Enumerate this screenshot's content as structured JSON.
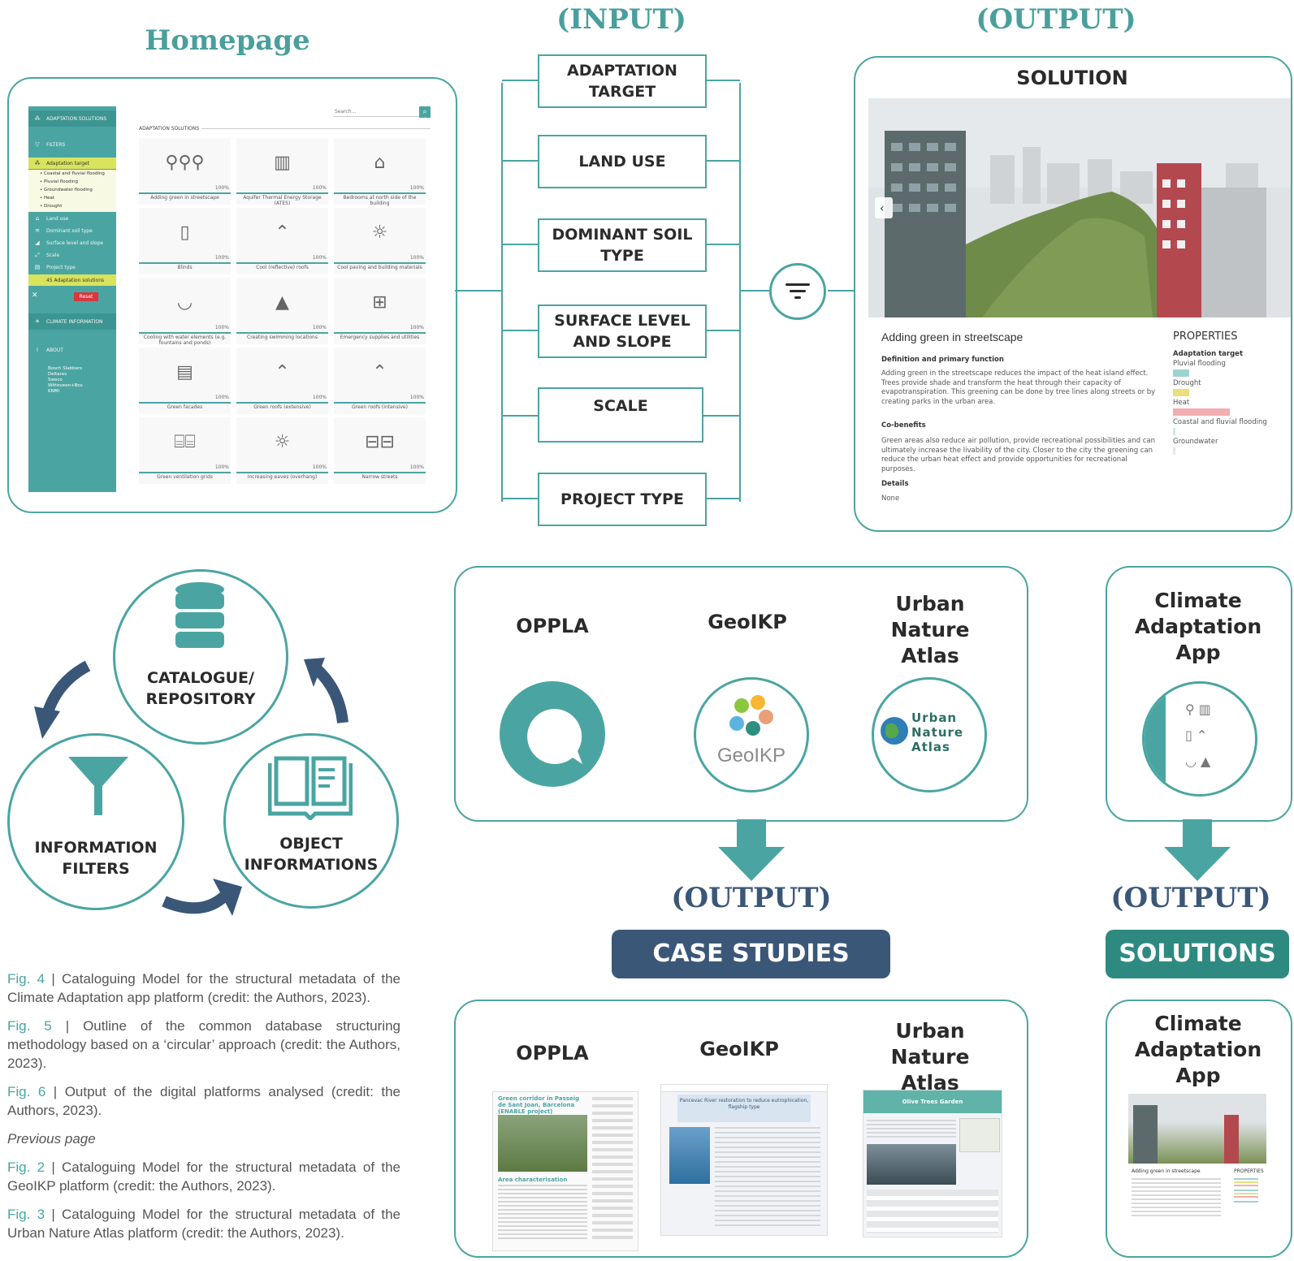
{
  "headings": {
    "homepage": "Homepage",
    "input": "(INPUT)",
    "output_top": "(OUTPUT)",
    "output_mid": "(OUTPUT)",
    "output_right": "(OUTPUT)"
  },
  "filters": [
    "ADAPTATION TARGET",
    "LAND USE",
    "DOMINANT SOIL TYPE",
    "SURFACE LEVEL AND SLOPE",
    "SCALE",
    "PROJECT TYPE"
  ],
  "homepage_mock": {
    "search_placeholder": "Search...",
    "section_title": "ADAPTATION SOLUTIONS",
    "sidebar": {
      "header": "ADAPTATION SOLUTIONS",
      "filters_label": "FILTERS",
      "adaptation_target": "Adaptation target",
      "targets": [
        "• Coastal and fluvial flooding",
        "• Pluvial flooding",
        "• Groundwater flooding",
        "• Heat",
        "• Drought"
      ],
      "items": [
        "Land use",
        "Dominant soil type",
        "Surface level and slope",
        "Scale",
        "Project type"
      ],
      "count": "45 Adaptation solutions",
      "reset": "Reset",
      "climate_info": "CLIMATE INFORMATION",
      "about": "ABOUT",
      "partners": [
        "Bosch Slabbers",
        "Deltares",
        "Sweco",
        "Witteveen+Bos",
        "KNMI"
      ]
    },
    "cards": [
      {
        "label": "Adding green in streetscape",
        "pct": "100%",
        "glyph": "⚲⚲⚲"
      },
      {
        "label": "Aquifer Thermal Energy Storage (ATES)",
        "pct": "100%",
        "glyph": "▥"
      },
      {
        "label": "Bedrooms at north side of the building",
        "pct": "100%",
        "glyph": "⌂"
      },
      {
        "label": "Blinds",
        "pct": "100%",
        "glyph": "▯"
      },
      {
        "label": "Cool (reflective) roofs",
        "pct": "100%",
        "glyph": "⌃"
      },
      {
        "label": "Cool paving and building materials",
        "pct": "100%",
        "glyph": "☼"
      },
      {
        "label": "Cooling with water elements (e.g. fountains and ponds)",
        "pct": "100%",
        "glyph": "◡"
      },
      {
        "label": "Creating swimming locations",
        "pct": "100%",
        "glyph": "▲"
      },
      {
        "label": "Emergency supplies and utilities",
        "pct": "100%",
        "glyph": "⊞"
      },
      {
        "label": "Green facades",
        "pct": "100%",
        "glyph": "▤"
      },
      {
        "label": "Green roofs (extensive)",
        "pct": "100%",
        "glyph": "⌃"
      },
      {
        "label": "Green roofs (intensive)",
        "pct": "100%",
        "glyph": "⌃"
      },
      {
        "label": "Green ventilation grids",
        "pct": "100%",
        "glyph": "⌸⌸"
      },
      {
        "label": "Increasing eaves (overhang)",
        "pct": "100%",
        "glyph": "☼"
      },
      {
        "label": "Narrow streets",
        "pct": "100%",
        "glyph": "⊟⊟"
      }
    ]
  },
  "solution": {
    "heading": "SOLUTION",
    "title": "Adding green in streetscape",
    "definition_heading": "Definition and primary function",
    "definition_text": "Adding green in the streetscape reduces the impact of the heat island effect. Trees provide shade and transform the heat through their capacity of evapotranspiration. This greening can be done by tree lines along streets or by creating parks in the urban area.",
    "cobenefits_heading": "Co-benefits",
    "cobenefits_text": "Green areas also reduce air pollution, provide recreational possibilities and can ultimately increase the livability of the city. Closer to the city the greening can reduce the urban heat effect and provide opportunities for recreational purposes.",
    "details_heading": "Details",
    "details_text": "None",
    "properties_heading": "PROPERTIES",
    "adaptation_target_label": "Adaptation target",
    "properties": [
      {
        "label": "Pluvial flooding",
        "color": "#9fd3cf",
        "level": 0.2
      },
      {
        "label": "Drought",
        "color": "#e8e07a",
        "level": 0.2
      },
      {
        "label": "Heat",
        "color": "#f2aeb0",
        "level": 0.7
      },
      {
        "label": "Coastal and fluvial flooding",
        "color": "#cfeae8",
        "level": 0.03
      },
      {
        "label": "Groundwater",
        "color": "#e6e6e6",
        "level": 0.03
      }
    ]
  },
  "cycle": {
    "catalogue": "CATALOGUE/ REPOSITORY",
    "filters": "INFORMATION FILTERS",
    "objects": "OBJECT INFORMATIONS"
  },
  "platforms": {
    "oppla": "OPPLA",
    "geoikp": "GeoIKP",
    "una": "Urban Nature Atlas",
    "una_logo": "Urban Nature Atlas",
    "geoikp_logo": "GeoIKP",
    "caa": "Climate Adaptation App",
    "case_studies": "CASE STUDIES",
    "solutions": "SOLUTIONS"
  },
  "output_thumbs": {
    "oppla_title": "Green corridor in Passeig de Sant Joan, Barcelona (ENABLE project)",
    "oppla_area": "Area characterisation",
    "geoikp_title": "Pancevac River restoration to reduce eutrophication, flagship type",
    "una_title": "Olive Trees Garden",
    "caa_title": "Adding green in streetscape",
    "caa_props": "PROPERTIES"
  },
  "captions": [
    {
      "fig": "Fig. 4",
      "text": " | Cataloguing Model for the structural metadata of the Climate Adaptation app platform (credit: the Authors, 2023)."
    },
    {
      "fig": "Fig. 5",
      "text": " | Outline of the common database structuring methodology based on a ‘circular’ approach (credit: the Authors, 2023)."
    },
    {
      "fig": "Fig. 6",
      "text": " | Output of the digital platforms analysed (credit: the Authors, 2023)."
    },
    {
      "fig": "",
      "text": "Previous page"
    },
    {
      "fig": "Fig. 2",
      "text": " | Cataloguing Model for the structural metadata of the GeoIKP platform (credit: the Authors, 2023)."
    },
    {
      "fig": "Fig. 3",
      "text": " | Cataloguing Model for the structural metadata of the Urban Nature Atlas platform (credit: the Authors, 2023)."
    }
  ]
}
